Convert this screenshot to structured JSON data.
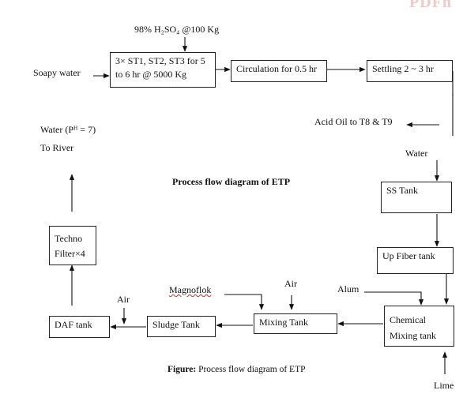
{
  "logo_text": "PDFn",
  "nodes": {
    "input_acid": "98% H₂SO₄ @100 Kg",
    "soapy_water": "Soapy water",
    "reactor": "3× ST1, ST2, ST3 for 5 to 6 hr @ 5000 Kg",
    "circulation": "Circulation  for 0.5 hr",
    "settling": "Settling 2 ~ 3 hr",
    "acid_oil": "Acid Oil to T8 & T9",
    "water": "Water",
    "ss_tank": "SS Tank",
    "up_fiber_tank": "Up Fiber tank",
    "chemical_mixing_tank_line1": "Chemical",
    "chemical_mixing_tank_line2": "Mixing tank",
    "lime": "Lime",
    "alum": "Alum",
    "mixing_tank": "Mixing Tank",
    "air_mixing": "Air",
    "magnoflok": "Magnoflok",
    "sludge_tank": "Sludge Tank",
    "air_daf": "Air",
    "daf_tank": "DAF tank",
    "techno_filter_line1": "Techno",
    "techno_filter_line2": "Filter×4",
    "output_line1": "Water (Pᴴ = 7)",
    "output_line2": "To River"
  },
  "diagram_title": "Process flow diagram  of ETP",
  "caption": {
    "label": "Figure:",
    "text": " Process flow diagram of ETP"
  }
}
